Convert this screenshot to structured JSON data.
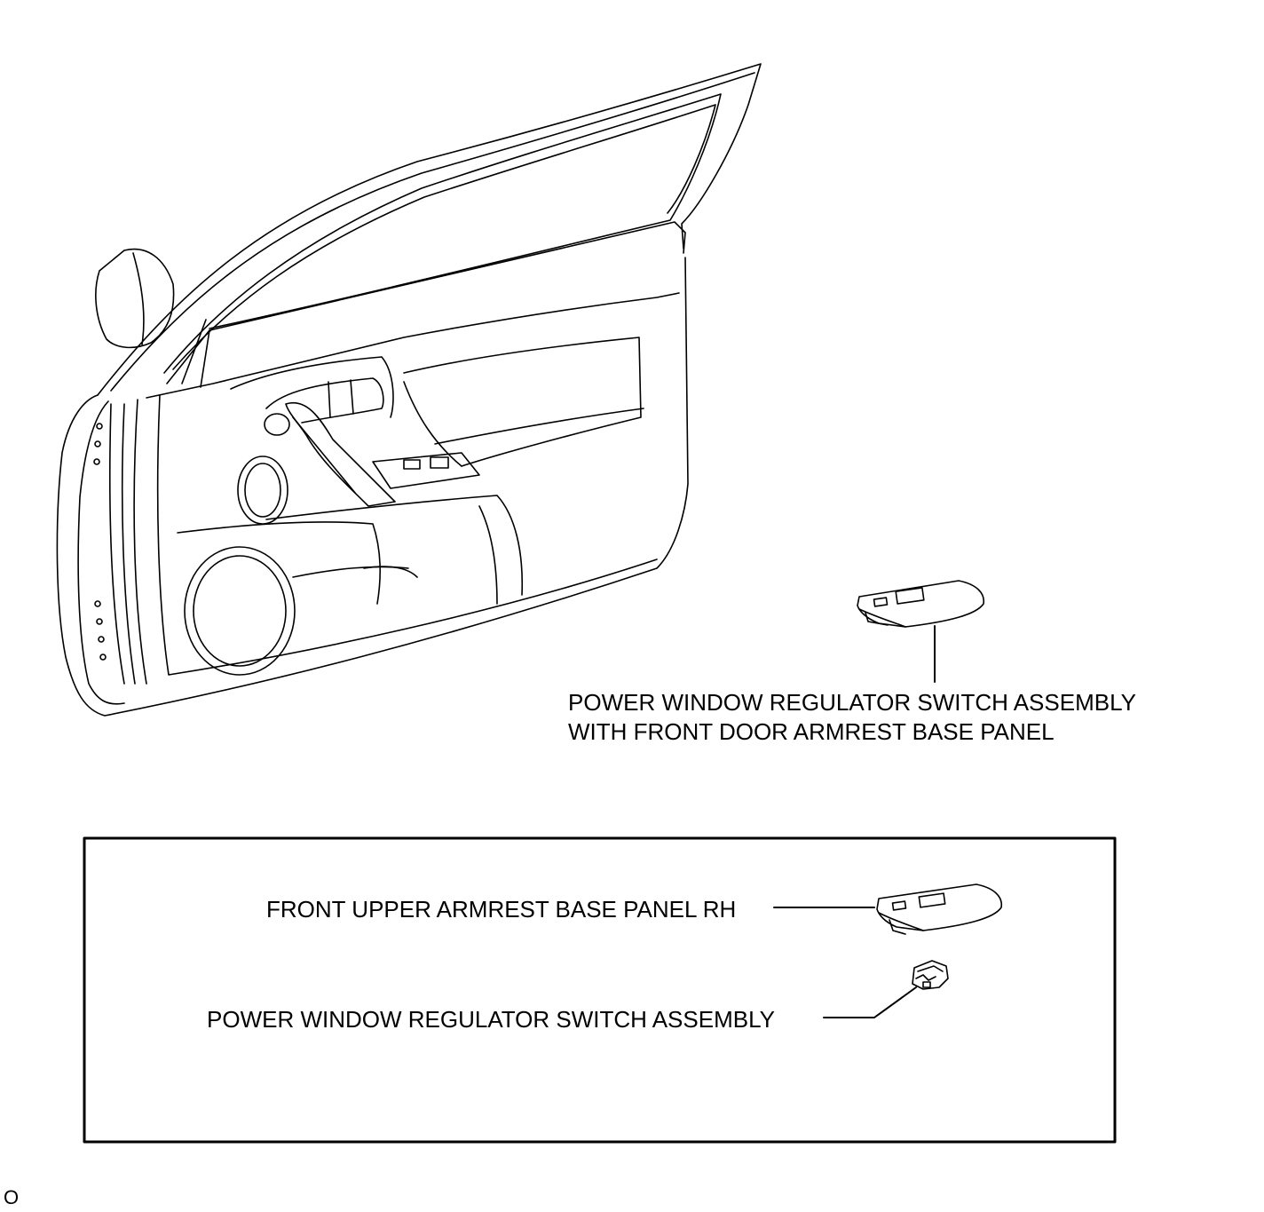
{
  "callouts": {
    "main_line1": "POWER WINDOW REGULATOR SWITCH ASSEMBLY",
    "main_line2": "WITH FRONT DOOR ARMREST BASE PANEL",
    "panel": "FRONT UPPER ARMREST BASE PANEL RH",
    "switch": "POWER WINDOW REGULATOR SWITCH ASSEMBLY"
  },
  "figure_code": "O",
  "colors": {
    "line": "#000000",
    "background": "#ffffff"
  }
}
